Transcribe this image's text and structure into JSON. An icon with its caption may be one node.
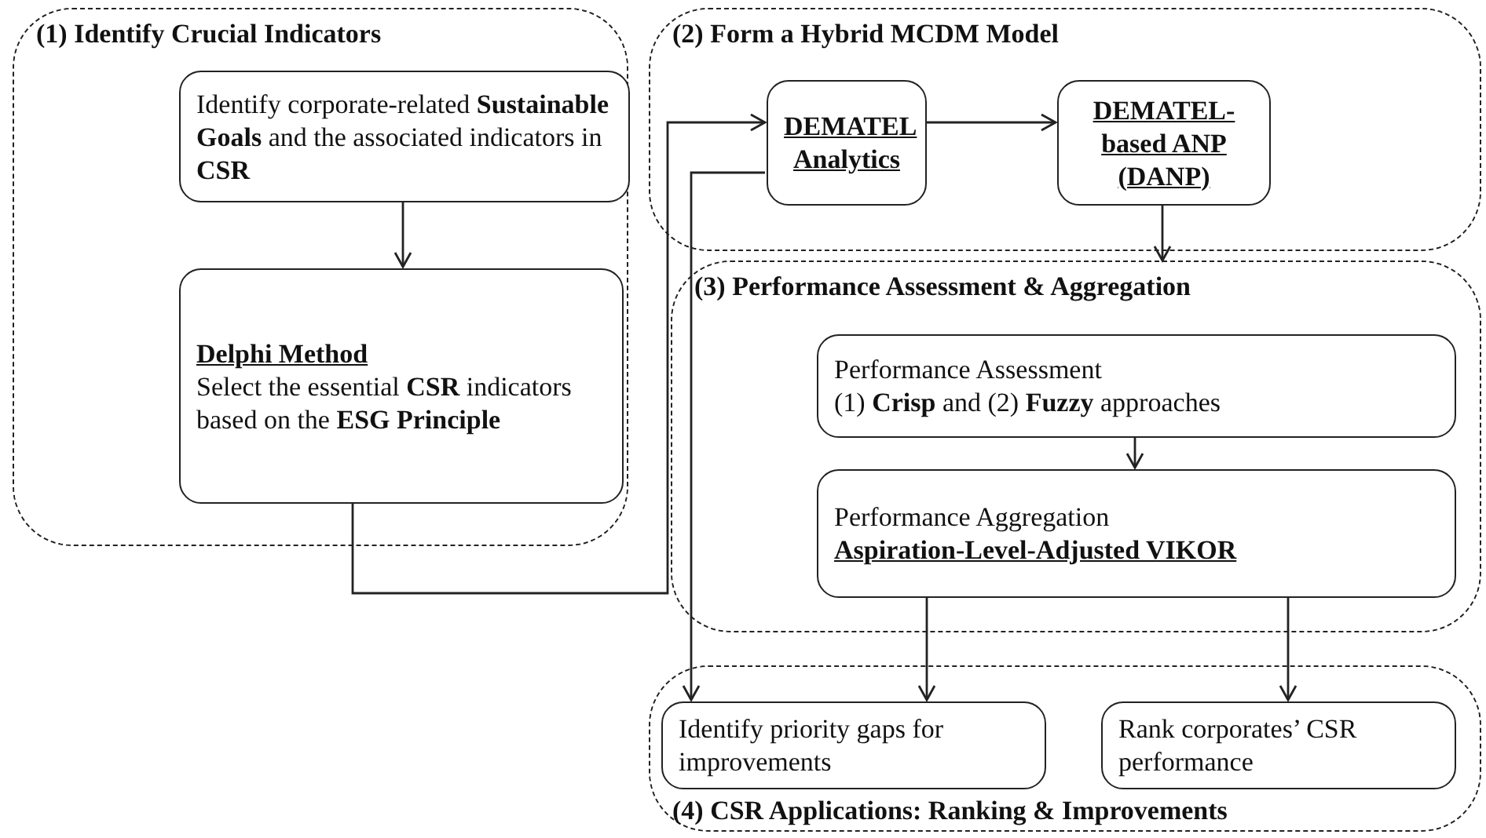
{
  "diagram": {
    "nodes": [
      {
        "text": [
          "(1) Identify Crucial Indicators"
        ]
      },
      {
        "text": [
          "Identify corporate-related **Sustainable Goals** and the associated indicators in **CSR**"
        ],
        "in": 0
      },
      {
        "text": [
          "Delphi Method",
          "Select the essential **CSR** indicators based on the **ESG Principle**"
        ],
        "in": 0
      },
      {
        "text": [
          "(2) Form a Hybrid MCDM Model"
        ]
      },
      {
        "text": [
          "DEMATEL Analytics"
        ],
        "in": 3
      },
      {
        "text": [
          "DEMATEL-based ANP (DANP)"
        ],
        "in": 3
      },
      {
        "text": [
          "(3) Performance Assessment & Aggregation"
        ]
      },
      {
        "text": [
          "Performance Assessment",
          "(1) **Crisp** and (2) **Fuzzy** approaches"
        ],
        "in": 6
      },
      {
        "text": [
          "Performance Aggregation",
          "Aspiration-Level-Adjusted VIKOR"
        ],
        "in": 6
      },
      {
        "text": [
          "(4) CSR Applications: Ranking & Improvements"
        ]
      },
      {
        "text": [
          "Identify priority gaps for improvements"
        ],
        "in": 9
      },
      {
        "text": [
          "Rank corporates’ CSR performance"
        ],
        "in": 9
      }
    ],
    "edges": [
      {
        "from": 1,
        "to": 2,
        "arrow": "to"
      },
      {
        "from": 2,
        "to": 4,
        "arrow": "to"
      },
      {
        "from": 4,
        "to": 5,
        "arrow": "to"
      },
      {
        "from": 5,
        "to": 6,
        "arrow": "to"
      },
      {
        "from": 7,
        "to": 8,
        "arrow": "to"
      },
      {
        "from": 8,
        "to": 10,
        "arrow": "to"
      },
      {
        "from": 8,
        "to": 11,
        "arrow": "to"
      },
      {
        "from": 4,
        "to": 10,
        "arrow": "to"
      }
    ]
  }
}
